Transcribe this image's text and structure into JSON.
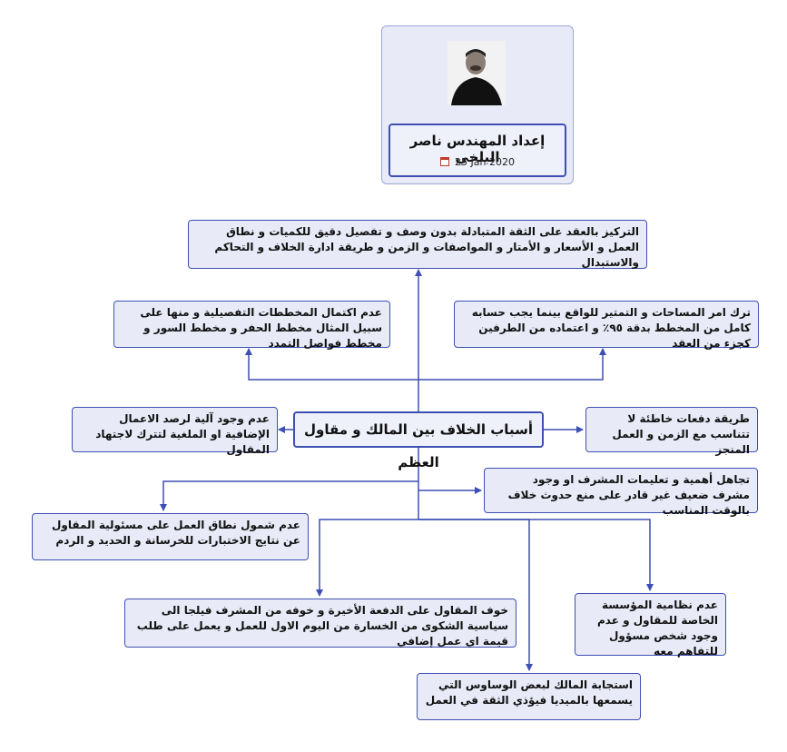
{
  "header": {
    "title": "إعداد المهندس ناصر البلخي",
    "date": "25 Jan 2020"
  },
  "center_topic": "أسباب الخلاف بين المالك و مقاول العظم",
  "nodes": {
    "n1": "التركيز بالعقد على الثقة المتبادلة بدون وصف و تفصيل دقيق للكميات و نطاق العمل و الأسعار و الأمتار و المواصفات و الزمن و طريقة ادارة الخلاف و التحاكم والاستبدال",
    "n2": "عدم اكتمال المخططات التفصيلية و منها على سبيل المثال مخطط الحفر و مخطط السور و مخطط فواصل التمدد",
    "n3": "ترك امر المساحات و التمتير للواقع بينما يجب حسابه كامل من المخطط بدقة ٩٥٪ و اعتماده من الطرفين كجزء من العقد",
    "n4": "عدم وجود آلية لرصد الاعمال الإضافية او الملغية لتترك لاجتهاد المقاول",
    "n5": "طريقة دفعات خاطئة لا تتناسب مع الزمن و العمل المنجز",
    "n6": "تجاهل أهمية و تعليمات المشرف او وجود مشرف ضعيف غير قادر على منع حدوث خلاف بالوقت المناسب",
    "n7": "عدم شمول نطاق العمل على مسئولية المقاول عن نتايج الاختبارات للخرسانة و الحديد و الردم",
    "n8": "خوف المقاول على الدفعة الأخيرة و خوفه من المشرف فيلجا الى سياسية الشكوى من الخسارة من اليوم الاول للعمل و يعمل على طلب قيمة اي عمل إضافي",
    "n9": "عدم نظامية المؤسسة الخاصة للمقاول و عدم وجود شخص مسؤول للتفاهم معه",
    "n10": "استجابة المالك لبعض الوساوس التي يسمعها بالميديا فيؤذي الثقة في العمل"
  },
  "colors": {
    "border": "#3e4fb4",
    "fill": "#e8ebf7",
    "connector": "#3e4fb4"
  }
}
